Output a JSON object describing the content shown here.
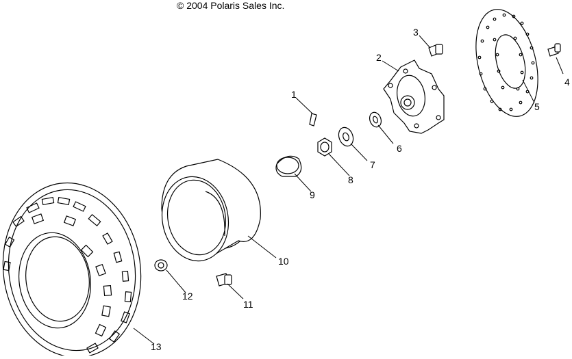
{
  "copyright": "© 2004 Polaris Sales Inc.",
  "callouts": {
    "c1": "1",
    "c2": "2",
    "c3": "3",
    "c4": "4",
    "c5": "5",
    "c6": "6",
    "c7": "7",
    "c8": "8",
    "c9": "9",
    "c10": "10",
    "c11": "11",
    "c12": "12",
    "c13": "13"
  }
}
